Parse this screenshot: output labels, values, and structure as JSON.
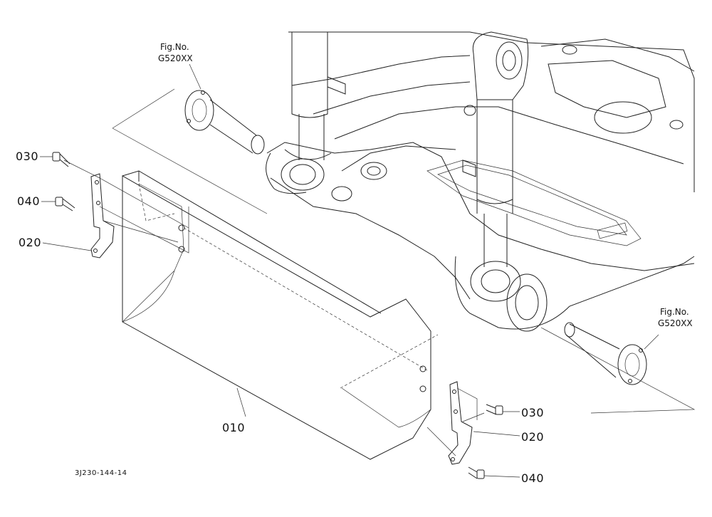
{
  "figure_refs": [
    {
      "line1": "Fig.No.",
      "line2": "G520XX"
    },
    {
      "line1": "Fig.No.",
      "line2": "G520XX"
    }
  ],
  "parts": {
    "p030_left": "030",
    "p040_left": "040",
    "p020_left": "020",
    "p010": "010",
    "p030_right": "030",
    "p020_right": "020",
    "p040_right": "040"
  },
  "drawing_code": "3J230-144-14"
}
